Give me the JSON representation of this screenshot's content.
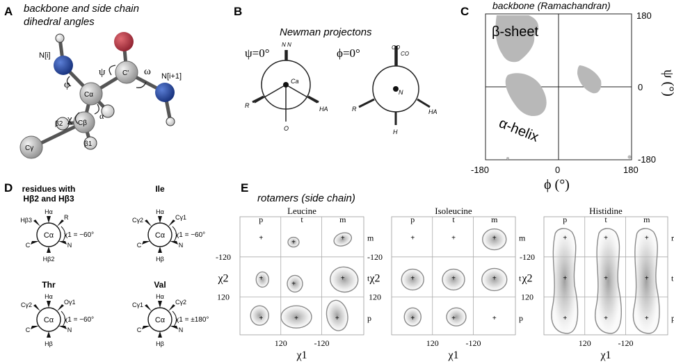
{
  "panels": {
    "A": {
      "letter": "A",
      "title_line1": "backbone and side chain",
      "title_line2": "dihedral angles",
      "labels": {
        "ni": "N[i]",
        "ni1": "N[i+1]",
        "phi": "φ",
        "psi": "ψ",
        "omega": "ω",
        "chi": "χ",
        "alpha": "α",
        "ca": "Cα",
        "cprime": "C'",
        "cb": "Cβ",
        "cg": "Cγ",
        "b1": "β1",
        "b2": "β2"
      }
    },
    "B": {
      "letter": "B",
      "title": "Newman projectons",
      "psi_label": "ψ=0°",
      "phi_label": "ϕ=0°",
      "left": {
        "top": "N N",
        "center": "Ca",
        "left": "R",
        "right": "HA",
        "bottom": "O"
      },
      "right": {
        "top1": "CO",
        "top2": "CO",
        "center": "N",
        "left": "R",
        "right": "HA",
        "bottom": "H"
      }
    },
    "C": {
      "letter": "C",
      "title": "backbone (Ramachandran)",
      "beta_label": "β-sheet",
      "alpha_label": "α-helix",
      "xlabel": "ϕ (°)",
      "ylabel": "ψ (°)",
      "xticks": [
        "-180",
        "0",
        "180"
      ],
      "yticks": [
        "180",
        "0",
        "-180"
      ]
    },
    "D": {
      "letter": "D",
      "blocks": [
        {
          "title_a": "residues with",
          "title_b": "Hβ2 and Hβ3",
          "top": "Hα",
          "ul": "Hβ3",
          "ur": "R",
          "center": "Cα",
          "left": "C",
          "right": "N",
          "bottom": "Hβ2",
          "angle": "χ1 = −60°"
        },
        {
          "title_a": "Ile",
          "title_b": "",
          "top": "Hα",
          "ul": "Cγ2",
          "ur": "Cγ1",
          "center": "Cα",
          "left": "C",
          "right": "N",
          "bottom": "Hβ",
          "angle": "χ1 = −60°"
        },
        {
          "title_a": "Thr",
          "title_b": "",
          "top": "Hα",
          "ul": "Cγ2",
          "ur": "Oγ1",
          "center": "Cα",
          "left": "C",
          "right": "N",
          "bottom": "Hβ",
          "angle": "χ1 = −60°"
        },
        {
          "title_a": "Val",
          "title_b": "",
          "top": "Hα",
          "ul": "Cγ1",
          "ur": "Cγ2",
          "center": "Cα",
          "left": "C",
          "right": "N",
          "bottom": "Hβ",
          "angle": "χ1 = ±180°"
        }
      ]
    },
    "E": {
      "letter": "E",
      "title": "rotamers (side chain)",
      "ylabel": "χ2",
      "xlabel": "χ1",
      "yticks": [
        "-120",
        "120"
      ],
      "xticks": [
        "120",
        "-120"
      ],
      "col_labels": [
        "p",
        "t",
        "m"
      ],
      "row_labels": [
        "m",
        "t",
        "p"
      ],
      "panels": [
        {
          "name": "Leucine"
        },
        {
          "name": "Isoleucine"
        },
        {
          "name": "Histidine"
        }
      ]
    }
  },
  "colors": {
    "nitrogen": "#1f3f99",
    "oxygen": "#b0333e",
    "carbon": "#bdbdbd",
    "region": "#b5b5b5",
    "contour": "#8a8a8a"
  }
}
